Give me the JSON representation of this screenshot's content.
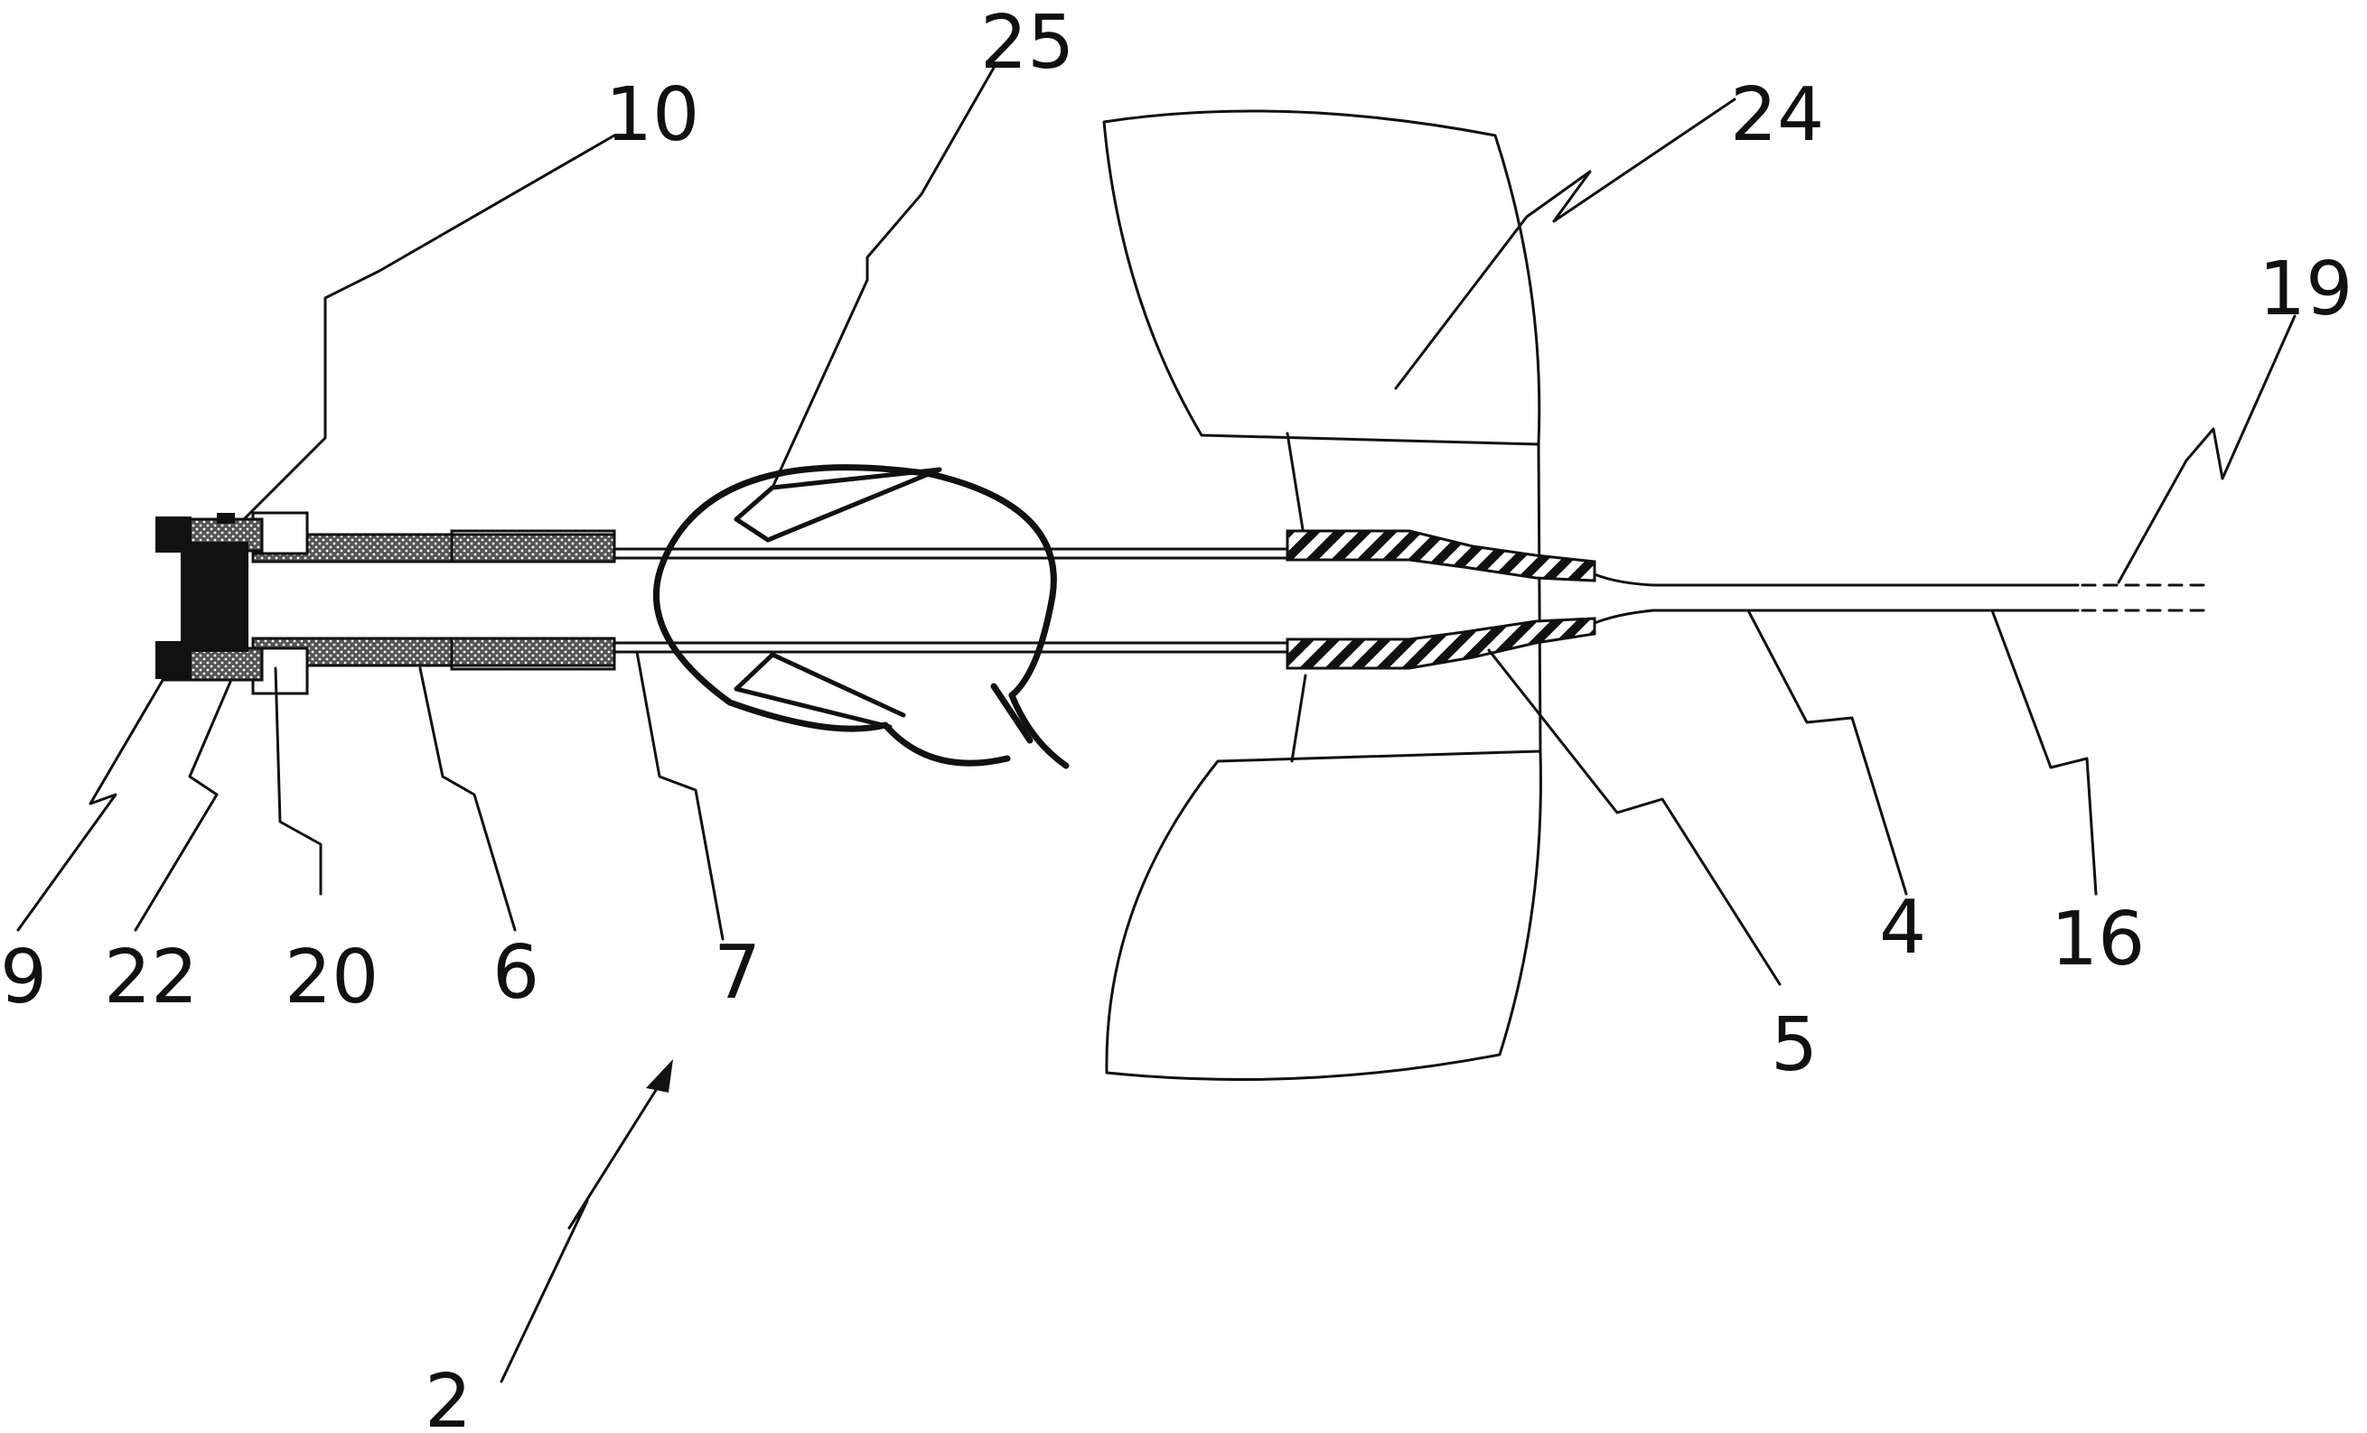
{
  "figure": {
    "labels": {
      "l2": "2",
      "l4": "4",
      "l5": "5",
      "l6": "6",
      "l7": "7",
      "l9": "9",
      "l10": "10",
      "l16": "16",
      "l19": "19",
      "l20": "20",
      "l22": "22",
      "l24": "24",
      "l25": "25"
    },
    "colors": {
      "ink": "#111111",
      "background": "#ffffff"
    }
  }
}
